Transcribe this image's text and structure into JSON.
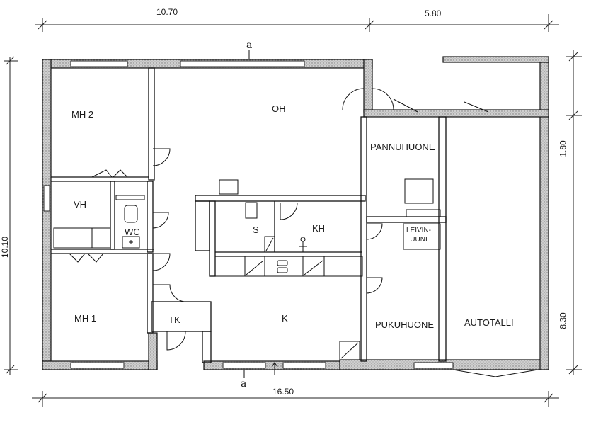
{
  "dimensions": {
    "top_left": "10.70",
    "top_right": "5.80",
    "bottom": "16.50",
    "left": "10.10",
    "right_top": "1.80",
    "right_bottom": "8.30"
  },
  "section_markers": {
    "top": "a",
    "bottom": "a"
  },
  "rooms": {
    "mh2": "MH 2",
    "oh": "OH",
    "pannuhuone": "PANNUHUONE",
    "vh": "VH",
    "wc": "WC",
    "s": "S",
    "kh": "KH",
    "leivinuuni_line1": "LEIVIN-",
    "leivinuuni_line2": "UUNI",
    "mh1": "MH 1",
    "tk": "TK",
    "k": "K",
    "pukuhuone": "PUKUHUONE",
    "autotalli": "AUTOTALLI"
  }
}
